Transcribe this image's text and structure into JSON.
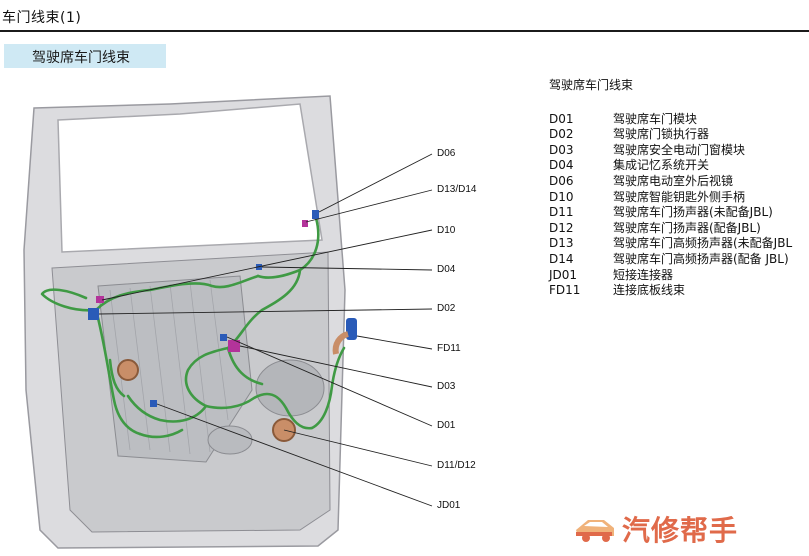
{
  "header": {
    "title": "车门线束(1)"
  },
  "section": {
    "label": "驾驶席车门线束"
  },
  "callouts": {
    "d06": "D06",
    "d13_d14": "D13/D14",
    "d10": "D10",
    "d04": "D04",
    "d02": "D02",
    "fd11": "FD11",
    "d03": "D03",
    "d01": "D01",
    "d11_d12": "D11/D12",
    "jd01": "JD01"
  },
  "legend": {
    "title": "驾驶席车门线束",
    "items": [
      {
        "code": "D01",
        "desc": "驾驶席车门模块"
      },
      {
        "code": "D02",
        "desc": "驾驶席门锁执行器"
      },
      {
        "code": "D03",
        "desc": "驾驶席安全电动门窗模块"
      },
      {
        "code": "D04",
        "desc": "集成记忆系统开关"
      },
      {
        "code": "D06",
        "desc": "驾驶席电动室外后视镜"
      },
      {
        "code": "D10",
        "desc": "驾驶席智能钥匙外侧手柄"
      },
      {
        "code": "D11",
        "desc": "驾驶席车门扬声器(未配备JBL)"
      },
      {
        "code": "D12",
        "desc": "驾驶席车门扬声器(配备JBL)"
      },
      {
        "code": "D13",
        "desc": "驾驶席车门高频扬声器(未配备JBL"
      },
      {
        "code": "D14",
        "desc": "驾驶席车门高频扬声器(配备 JBL)"
      },
      {
        "code": "JD01",
        "desc": "短接连接器"
      },
      {
        "code": "FD11",
        "desc": "连接底板线束"
      }
    ]
  },
  "watermark": {
    "text": "汽修帮手",
    "icon": "car-logo-icon"
  },
  "colors": {
    "harness": "#3f9a44",
    "connector_blue": "#2a5bb8",
    "connector_magenta": "#b3339a",
    "speaker": "#c98e68",
    "door_frame": "#d9d9dc",
    "section_bg": "#cfe9f4",
    "watermark": "#e06a4a"
  }
}
